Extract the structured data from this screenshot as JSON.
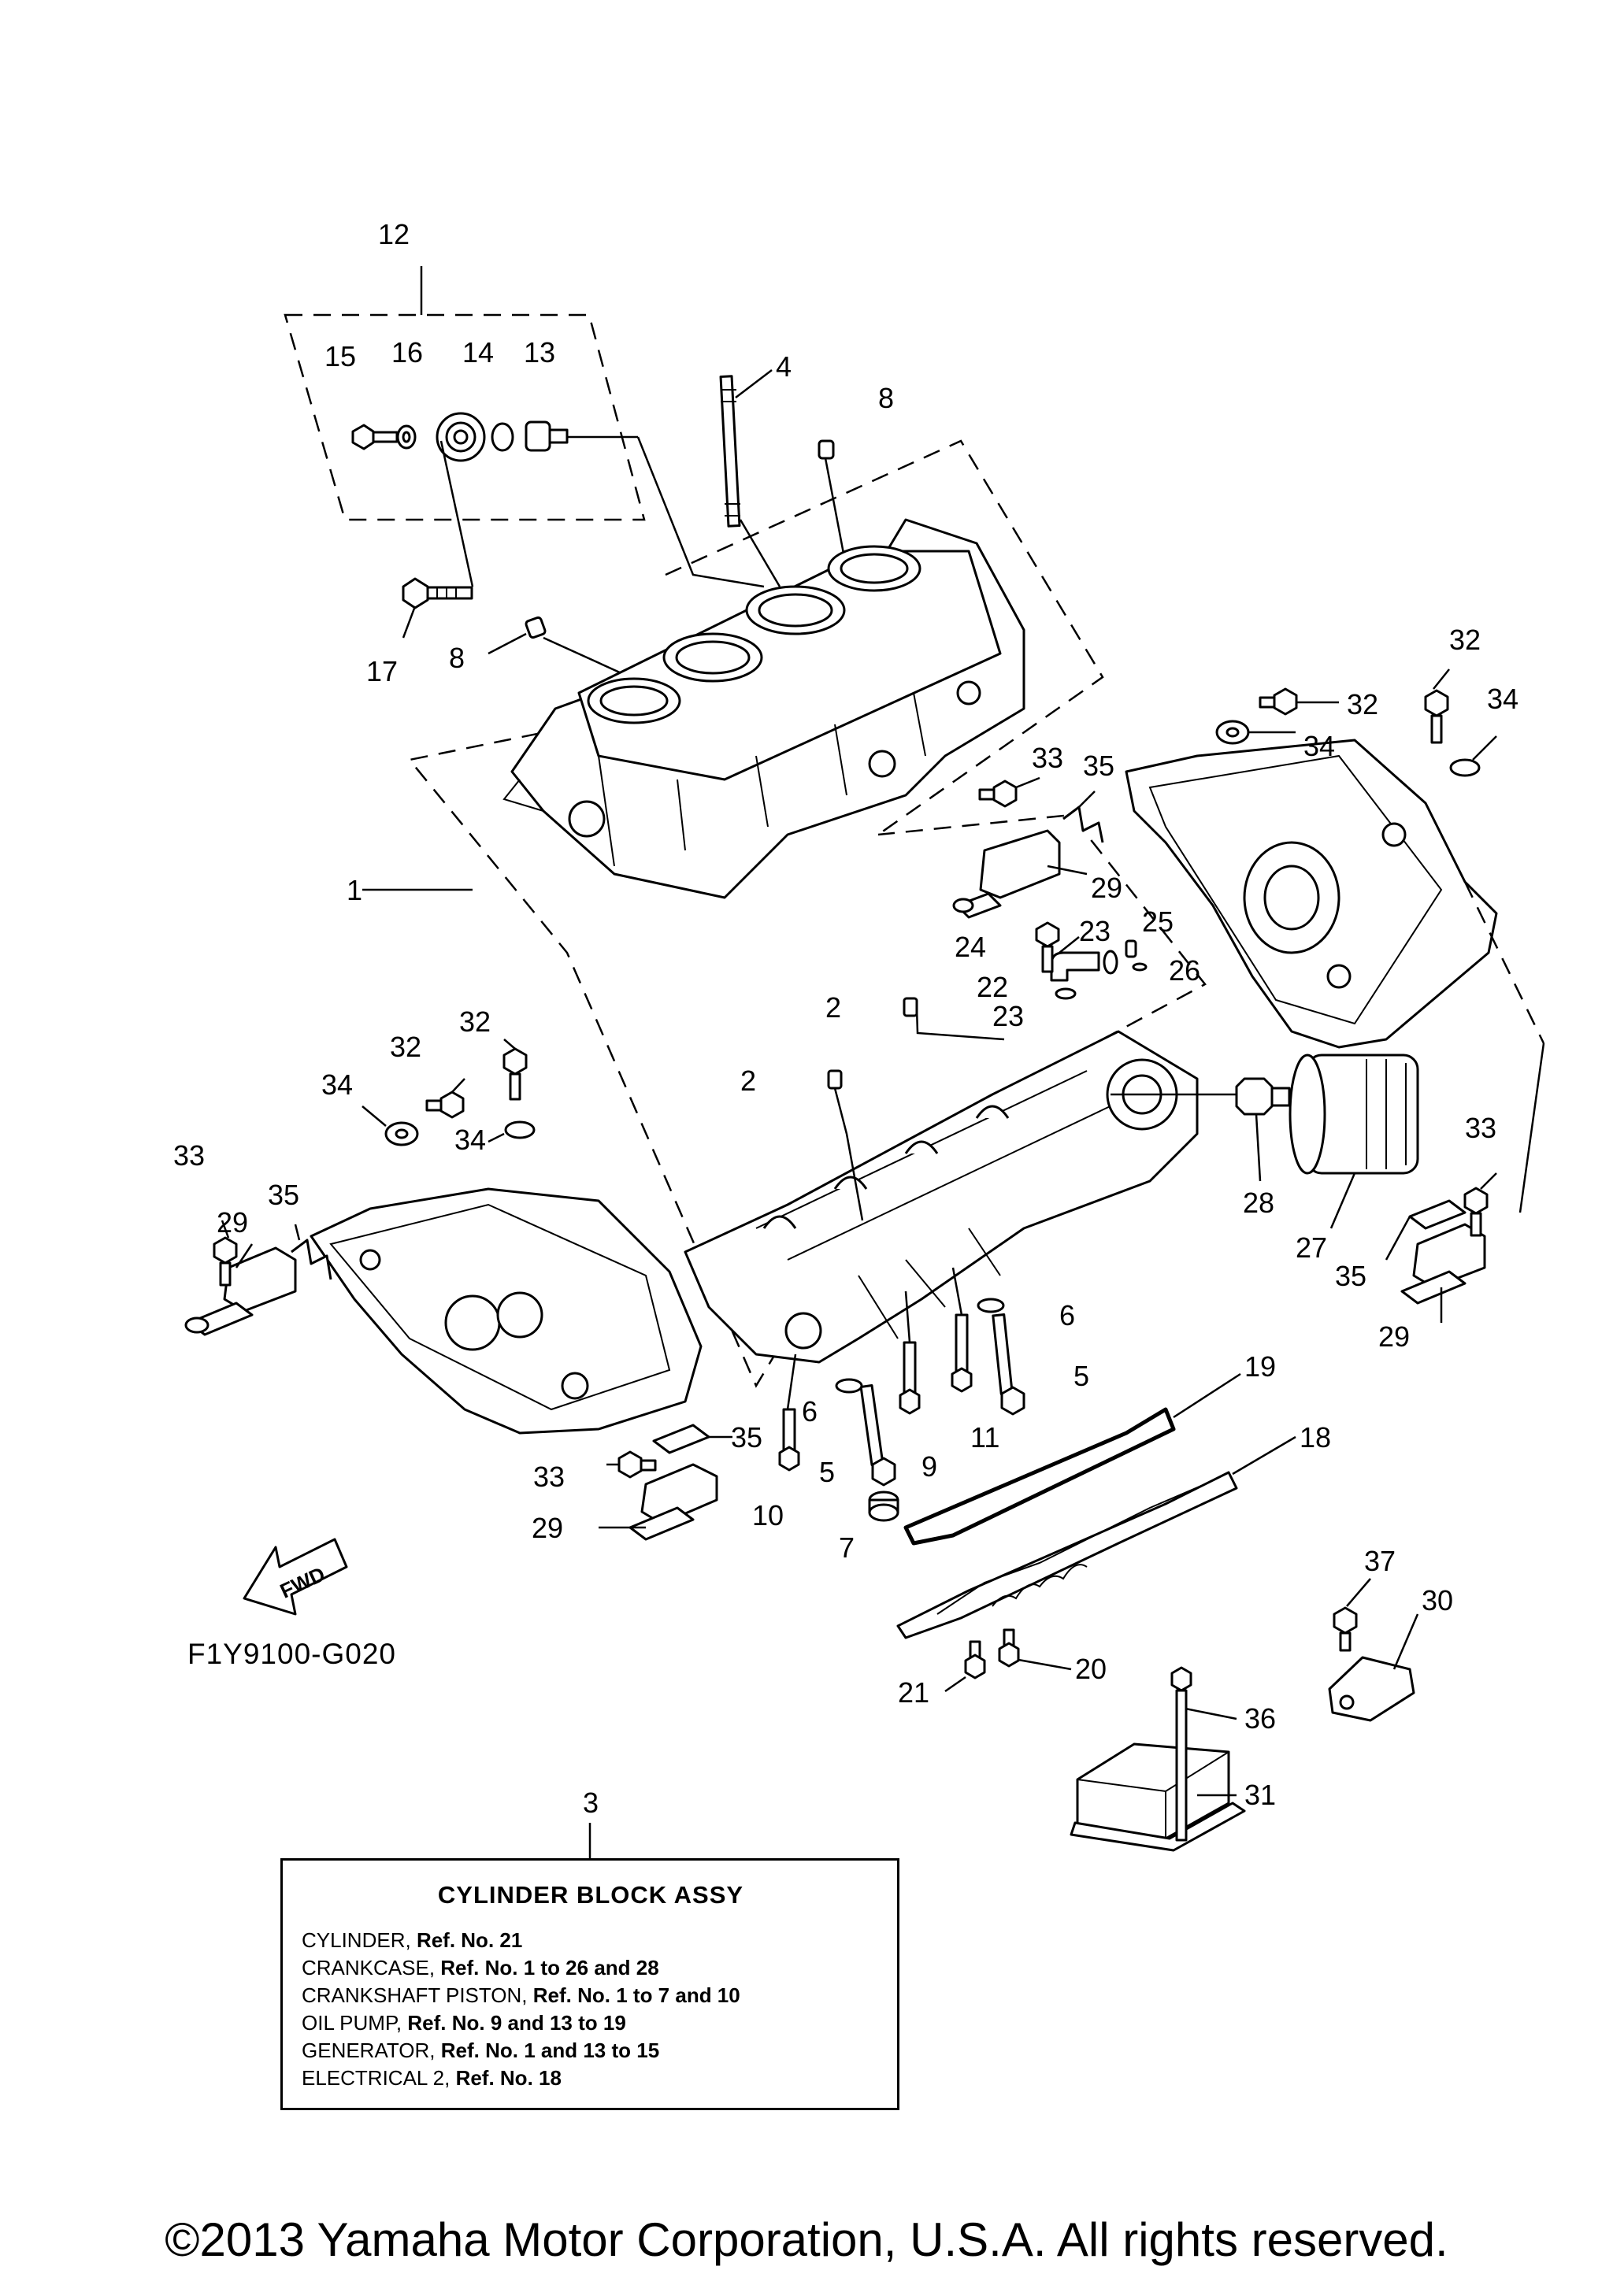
{
  "diagram_code": "F1Y9100-G020",
  "fwd_label": "FWD",
  "callouts": [
    {
      "id": "c1",
      "text": "1"
    },
    {
      "id": "c2a",
      "text": "2"
    },
    {
      "id": "c2b",
      "text": "2"
    },
    {
      "id": "c3",
      "text": "3"
    },
    {
      "id": "c4",
      "text": "4"
    },
    {
      "id": "c5a",
      "text": "5"
    },
    {
      "id": "c5b",
      "text": "5"
    },
    {
      "id": "c6a",
      "text": "6"
    },
    {
      "id": "c6b",
      "text": "6"
    },
    {
      "id": "c7",
      "text": "7"
    },
    {
      "id": "c8a",
      "text": "8"
    },
    {
      "id": "c8b",
      "text": "8"
    },
    {
      "id": "c9",
      "text": "9"
    },
    {
      "id": "c10",
      "text": "10"
    },
    {
      "id": "c11",
      "text": "11"
    },
    {
      "id": "c12",
      "text": "12"
    },
    {
      "id": "c13",
      "text": "13"
    },
    {
      "id": "c14",
      "text": "14"
    },
    {
      "id": "c15",
      "text": "15"
    },
    {
      "id": "c16",
      "text": "16"
    },
    {
      "id": "c17",
      "text": "17"
    },
    {
      "id": "c18",
      "text": "18"
    },
    {
      "id": "c19",
      "text": "19"
    },
    {
      "id": "c20",
      "text": "20"
    },
    {
      "id": "c21",
      "text": "21"
    },
    {
      "id": "c22",
      "text": "22"
    },
    {
      "id": "c23a",
      "text": "23"
    },
    {
      "id": "c23b",
      "text": "23"
    },
    {
      "id": "c24",
      "text": "24"
    },
    {
      "id": "c25",
      "text": "25"
    },
    {
      "id": "c26",
      "text": "26"
    },
    {
      "id": "c27",
      "text": "27"
    },
    {
      "id": "c28",
      "text": "28"
    },
    {
      "id": "c29a",
      "text": "29"
    },
    {
      "id": "c29b",
      "text": "29"
    },
    {
      "id": "c29c",
      "text": "29"
    },
    {
      "id": "c29d",
      "text": "29"
    },
    {
      "id": "c30",
      "text": "30"
    },
    {
      "id": "c31",
      "text": "31"
    },
    {
      "id": "c32a",
      "text": "32"
    },
    {
      "id": "c32b",
      "text": "32"
    },
    {
      "id": "c32c",
      "text": "32"
    },
    {
      "id": "c32d",
      "text": "32"
    },
    {
      "id": "c33a",
      "text": "33"
    },
    {
      "id": "c33b",
      "text": "33"
    },
    {
      "id": "c33c",
      "text": "33"
    },
    {
      "id": "c33d",
      "text": "33"
    },
    {
      "id": "c34a",
      "text": "34"
    },
    {
      "id": "c34b",
      "text": "34"
    },
    {
      "id": "c34c",
      "text": "34"
    },
    {
      "id": "c34d",
      "text": "34"
    },
    {
      "id": "c35a",
      "text": "35"
    },
    {
      "id": "c35b",
      "text": "35"
    },
    {
      "id": "c35c",
      "text": "35"
    },
    {
      "id": "c35d",
      "text": "35"
    },
    {
      "id": "c36",
      "text": "36"
    },
    {
      "id": "c37",
      "text": "37"
    }
  ],
  "assy_box": {
    "title": "CYLINDER BLOCK ASSY",
    "lines": [
      {
        "name": "CYLINDER,",
        "ref": "Ref. No. 21"
      },
      {
        "name": "CRANKCASE,",
        "ref": "Ref. No. 1 to 26 and 28"
      },
      {
        "name": "CRANKSHAFT PISTON,",
        "ref": "Ref. No. 1 to 7 and 10"
      },
      {
        "name": "OIL PUMP,",
        "ref": "Ref. No. 9 and 13 to 19"
      },
      {
        "name": "GENERATOR,",
        "ref": "Ref. No. 1 and 13 to 15"
      },
      {
        "name": "ELECTRICAL 2,",
        "ref": "Ref. No. 18"
      }
    ]
  },
  "copyright": "©2013 Yamaha Motor Corporation, U.S.A. All rights reserved."
}
